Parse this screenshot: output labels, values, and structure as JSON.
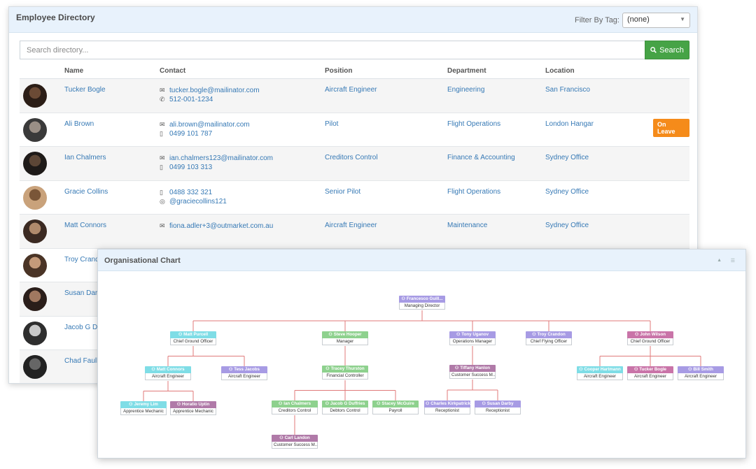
{
  "directory": {
    "title": "Employee Directory",
    "filter_label": "Filter By Tag:",
    "filter_value": "(none)",
    "search_placeholder": "Search directory...",
    "search_label": "Search",
    "columns": [
      "Name",
      "Contact",
      "Position",
      "Department",
      "Location"
    ],
    "rows": [
      {
        "name": "Tucker Bogle",
        "contact1_icon": "email-icon",
        "contact1": "tucker.bogle@mailinator.com",
        "contact2_icon": "phone-icon",
        "contact2": "512-001-1234",
        "position": "Aircraft Engineer",
        "department": "Engineering",
        "location": "San Francisco",
        "badge": ""
      },
      {
        "name": "Ali Brown",
        "contact1_icon": "email-icon",
        "contact1": "ali.brown@mailinator.com",
        "contact2_icon": "mobile-icon",
        "contact2": "0499 101 787",
        "position": "Pilot",
        "department": "Flight Operations",
        "location": "London Hangar",
        "badge": "On Leave"
      },
      {
        "name": "Ian Chalmers",
        "contact1_icon": "email-icon",
        "contact1": "ian.chalmers123@mailinator.com",
        "contact2_icon": "mobile-icon",
        "contact2": "0499 103 313",
        "position": "Creditors Control",
        "department": "Finance & Accounting",
        "location": "Sydney Office",
        "badge": ""
      },
      {
        "name": "Gracie Collins",
        "contact1_icon": "mobile-icon",
        "contact1": "0488 332 321",
        "contact2_icon": "instagram-icon",
        "contact2": "@graciecollins121",
        "position": "Senior Pilot",
        "department": "Flight Operations",
        "location": "Sydney Office",
        "badge": ""
      },
      {
        "name": "Matt Connors",
        "contact1_icon": "email-icon",
        "contact1": "fiona.adler+3@outmarket.com.au",
        "contact2_icon": "",
        "contact2": "",
        "position": "Aircraft Engineer",
        "department": "Maintenance",
        "location": "Sydney Office",
        "badge": ""
      },
      {
        "name": "Troy Crandon",
        "contact1_icon": "",
        "contact1": "",
        "contact2_icon": "",
        "contact2": "",
        "position": "",
        "department": "",
        "location": "",
        "badge": ""
      },
      {
        "name": "Susan Darby",
        "contact1_icon": "",
        "contact1": "",
        "contact2_icon": "",
        "contact2": "",
        "position": "",
        "department": "",
        "location": "",
        "badge": ""
      },
      {
        "name": "Jacob G Duffries",
        "contact1_icon": "",
        "contact1": "",
        "contact2_icon": "",
        "contact2": "",
        "position": "",
        "department": "",
        "location": "",
        "badge": ""
      },
      {
        "name": "Chad Faulkner",
        "contact1_icon": "",
        "contact1": "",
        "contact2_icon": "",
        "contact2": "",
        "position": "",
        "department": "",
        "location": "",
        "badge": ""
      }
    ]
  },
  "org_chart": {
    "title": "Organisational Chart",
    "nodes": [
      {
        "id": "fg",
        "name": "Francesco Guill...",
        "role": "Managing Director",
        "color": "#a79be4"
      },
      {
        "id": "mp",
        "name": "Matt Purcell",
        "role": "Chief Ground Officer",
        "color": "#7fdde6"
      },
      {
        "id": "sh",
        "name": "Steve Hooper",
        "role": "Manager",
        "color": "#8ed18e"
      },
      {
        "id": "tu",
        "name": "Tony Uganov",
        "role": "Operations Manager",
        "color": "#a79be4"
      },
      {
        "id": "tc",
        "name": "Troy Crandon",
        "role": "Chief Flying Officer",
        "color": "#a79be4"
      },
      {
        "id": "jw",
        "name": "John Wilson",
        "role": "Chief Ground Officer",
        "color": "#c974a8"
      },
      {
        "id": "mc",
        "name": "Matt Connors",
        "role": "Aircraft Engineer",
        "color": "#7fdde6"
      },
      {
        "id": "tj",
        "name": "Tess Jacobs",
        "role": "Aircraft Engineer",
        "color": "#a79be4"
      },
      {
        "id": "tt",
        "name": "Tracey Thurston",
        "role": "Financial Controller",
        "color": "#8ed18e"
      },
      {
        "id": "th",
        "name": "Tiffany Hanlon",
        "role": "Customer Success M...",
        "color": "#b07aa8"
      },
      {
        "id": "ch",
        "name": "Cooper Hartmann",
        "role": "Aircraft Engineer",
        "color": "#7fdde6"
      },
      {
        "id": "tb",
        "name": "Tucker Bogle",
        "role": "Aircraft Engineer",
        "color": "#c974a8"
      },
      {
        "id": "bs",
        "name": "Bill Smith",
        "role": "Aircraft Engineer",
        "color": "#a79be4"
      },
      {
        "id": "jl",
        "name": "Jeremy Lim",
        "role": "Apprentice Mechanic",
        "color": "#7fdde6"
      },
      {
        "id": "hu",
        "name": "Horatio Uptin",
        "role": "Apprentice Mechanic",
        "color": "#b07aa8"
      },
      {
        "id": "ic",
        "name": "Ian Chalmers",
        "role": "Creditors Control",
        "color": "#8ed18e"
      },
      {
        "id": "jd",
        "name": "Jacob G Duffries",
        "role": "Debtors Control",
        "color": "#8ed18e"
      },
      {
        "id": "sm",
        "name": "Stacey McGuire",
        "role": "Payroll",
        "color": "#8ed18e"
      },
      {
        "id": "ck",
        "name": "Charles Kirkpatrick",
        "role": "Receptionist",
        "color": "#a79be4"
      },
      {
        "id": "sd",
        "name": "Susan Darby",
        "role": "Receptionist",
        "color": "#a79be4"
      },
      {
        "id": "cl",
        "name": "Carl Landon",
        "role": "Customer Success M...",
        "color": "#b07aa8"
      }
    ],
    "line_color": "#e07a7a"
  }
}
